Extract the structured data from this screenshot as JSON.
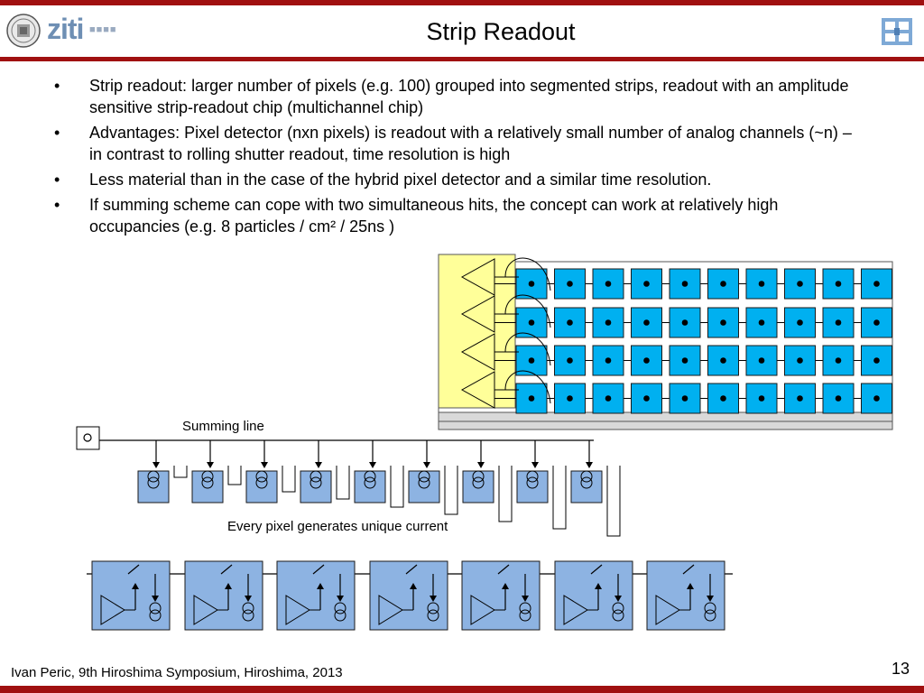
{
  "slide": {
    "title": "Strip Readout",
    "logo_text": "ziti",
    "logo_dots": "■■■■",
    "page_number": "13",
    "footer": "Ivan Peric, 9th Hiroshima Symposium, Hiroshima, 2013"
  },
  "bullets": [
    {
      "text": "Strip readout: larger number of pixels (e.g. 100) grouped into segmented strips, readout with an amplitude sensitive strip-readout chip (multichannel chip)"
    },
    {
      "text": "Advantages: Pixel detector (nxn pixels) is readout with a relatively small number of analog channels (~n) – in contrast to rolling shutter readout, time resolution is high"
    },
    {
      "text": "Less material than in the case of the hybrid pixel detector and a similar time resolution."
    },
    {
      "text": "If summing scheme can cope with two simultaneous hits, the concept can work at relatively high occupancies  (e.g. 8 particles / cm² / 25ns )"
    }
  ],
  "diagram": {
    "summing_label": "Summing line",
    "current_label": "Every pixel generates unique current",
    "colors": {
      "pixel": "#00b0f0",
      "cell": "#8db3e2",
      "chip": "#ffff99",
      "accent": "#a01010"
    },
    "pixel_rows": 4,
    "pixel_cols": 10,
    "amplifier_count": 4,
    "current_pixels": 9,
    "switch_cells": 7
  }
}
